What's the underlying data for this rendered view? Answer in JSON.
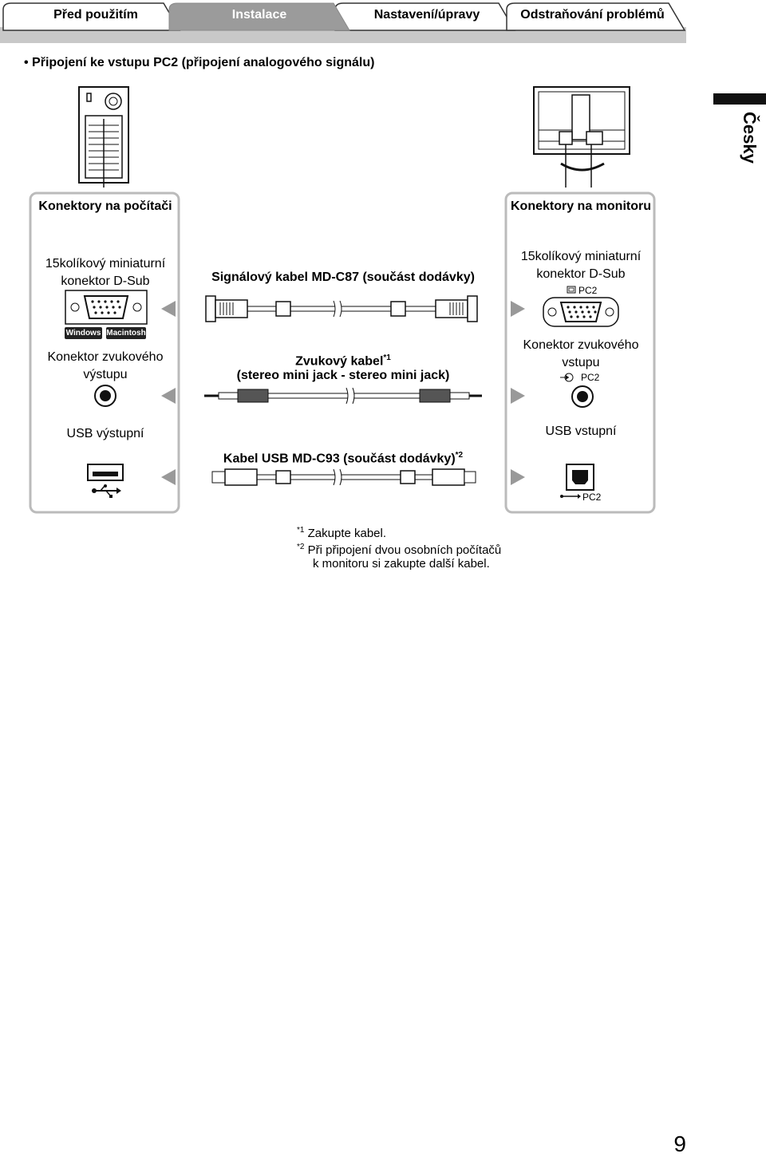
{
  "tabs": [
    {
      "label": "Před použitím",
      "active": false
    },
    {
      "label": "Instalace",
      "active": true
    },
    {
      "label": "Nastavení/úpravy",
      "active": false
    },
    {
      "label": "Odstraňování problémů",
      "active": false
    }
  ],
  "heading": "• Připojení ke vstupu PC2 (připojení analogového signálu)",
  "language": "Česky",
  "left_box": {
    "title": "Konektory na počítači",
    "dsub_label": "15kolíkový miniaturní konektor D-Sub",
    "os_windows": "Windows",
    "os_mac": "Macintosh",
    "audio_label": "Konektor zvukového výstupu",
    "usb_label": "USB výstupní"
  },
  "right_box": {
    "title": "Konektory na monitoru",
    "dsub_label": "15kolíkový miniaturní konektor D-Sub",
    "dsub_port": "PC2",
    "audio_label": "Konektor zvukového vstupu",
    "audio_port": "PC2",
    "usb_label": "USB vstupní",
    "usb_port": "PC2"
  },
  "cables": {
    "signal": "Signálový kabel MD-C87 (součást dodávky)",
    "audio_line1": "Zvukový kabel",
    "audio_mark": "*1",
    "audio_line2": "(stereo mini jack - stereo mini jack)",
    "usb": "Kabel USB MD-C93 (součást dodávky)",
    "usb_mark": "*2"
  },
  "footnotes": [
    {
      "mark": "*1",
      "text": "Zakupte kabel."
    },
    {
      "mark": "*2",
      "text": "Při připojení dvou osobních počítačů",
      "text2": "k monitoru si zakupte další kabel."
    }
  ],
  "page_number": "9"
}
